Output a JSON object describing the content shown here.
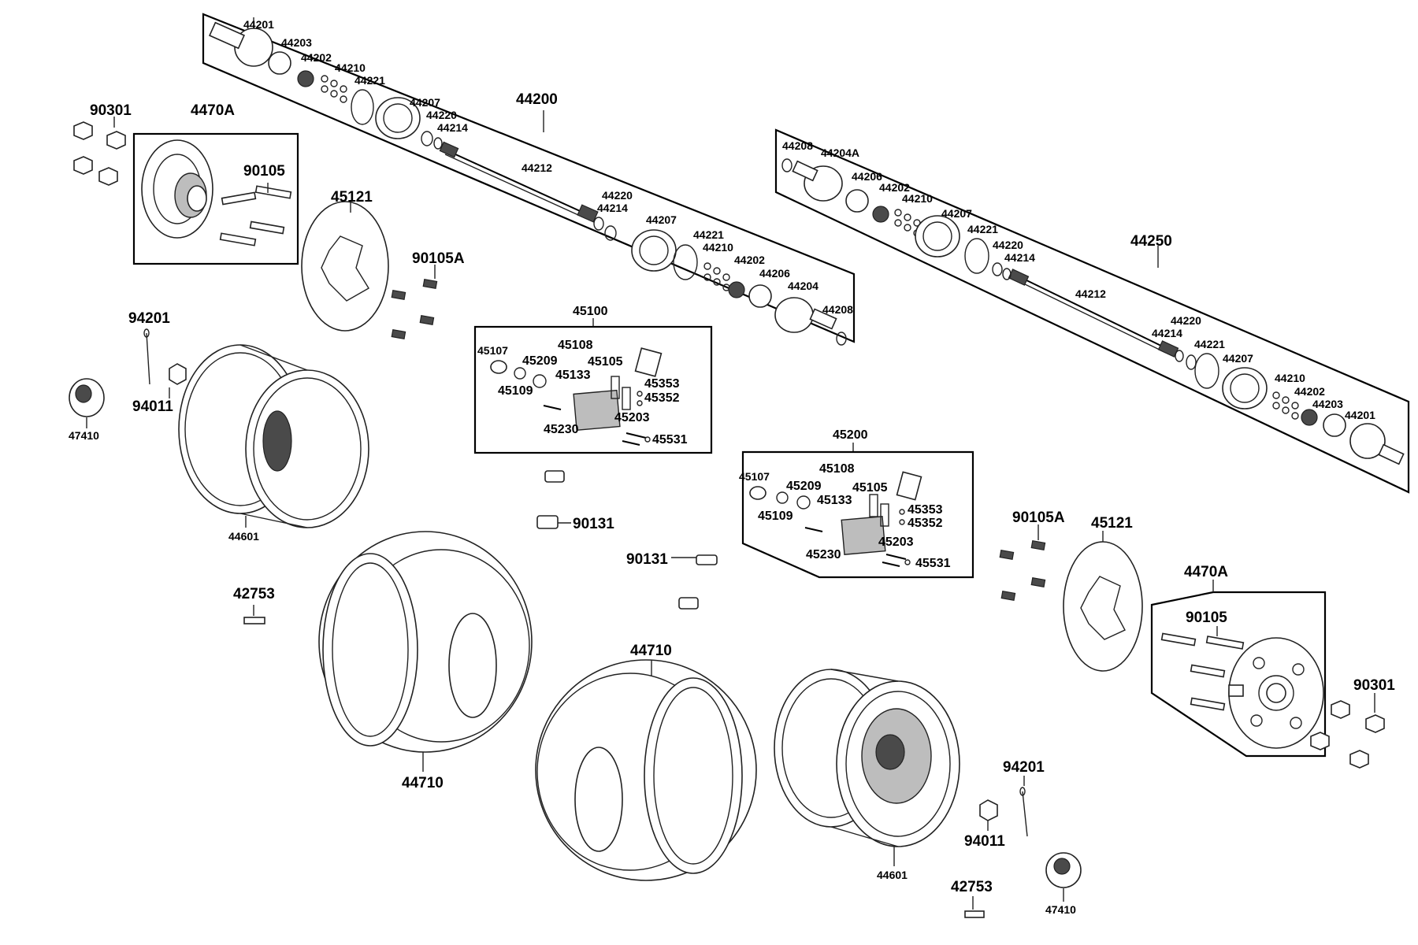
{
  "labels": {
    "front_shaft": {
      "assembly": "44200",
      "p44201": "44201",
      "p44203": "44203",
      "p44202": "44202",
      "p44210": "44210",
      "p44221": "44221",
      "p44207": "44207",
      "p44220": "44220",
      "p44214": "44214",
      "p44212": "44212",
      "p44220b": "44220",
      "p44214b": "44214",
      "p44207b": "44207",
      "p44221b": "44221",
      "p44210b": "44210",
      "p44202b": "44202",
      "p44206": "44206",
      "p44204": "44204",
      "p44208": "44208"
    },
    "rear_shaft": {
      "assembly": "44250",
      "p44208": "44208",
      "p44204A": "44204A",
      "p44206": "44206",
      "p44202": "44202",
      "p44210": "44210",
      "p44207": "44207",
      "p44221": "44221",
      "p44220": "44220",
      "p44214": "44214",
      "p44212": "44212",
      "p44220b": "44220",
      "p44214b": "44214",
      "p44221b": "44221",
      "p44207b": "44207",
      "p44210b": "44210",
      "p44202b": "44202",
      "p44203": "44203",
      "p44201": "44201"
    },
    "left_hub": {
      "nut": "90301",
      "hub": "4470A",
      "bolt": "90105",
      "disc": "45121",
      "disc_bolt": "90105A"
    },
    "right_hub": {
      "nut": "90301",
      "hub": "4470A",
      "bolt": "90105",
      "disc": "45121",
      "disc_bolt": "90105A"
    },
    "caliper_left": {
      "assembly": "45100",
      "p45107": "45107",
      "p45108": "45108",
      "p45209": "45209",
      "p45105": "45105",
      "p45133": "45133",
      "p45109": "45109",
      "p45353": "45353",
      "p45352": "45352",
      "p45203": "45203",
      "p45230": "45230",
      "p45531": "45531"
    },
    "caliper_right": {
      "assembly": "45200",
      "p45107": "45107",
      "p45108": "45108",
      "p45209": "45209",
      "p45105": "45105",
      "p45133": "45133",
      "p45109": "45109",
      "p45353": "45353",
      "p45352": "45352",
      "p45203": "45203",
      "p45230": "45230",
      "p45531": "45531"
    },
    "wheels": {
      "pin_l": "94201",
      "castle_nut_l": "94011",
      "cap_l": "47410",
      "rim_l": "44601",
      "valve_l": "42753",
      "bolt_90131a": "90131",
      "bolt_90131b": "90131",
      "tire_l": "44710",
      "tire_r": "44710",
      "rim_r": "44601",
      "pin_r": "94201",
      "castle_nut_r": "94011",
      "valve_r": "42753",
      "cap_r": "47410"
    }
  }
}
